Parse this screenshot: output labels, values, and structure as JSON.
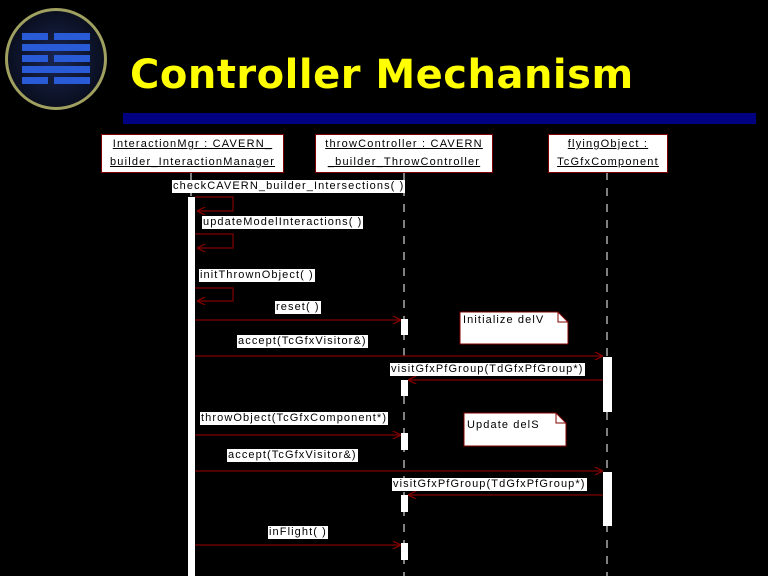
{
  "slide": {
    "title": "Controller Mechanism"
  },
  "objects": [
    {
      "line1": "InteractionMgr : CAVERN_",
      "line2": "builder_InteractionManager"
    },
    {
      "line1": "throwController : CAVERN",
      "line2": "_builder_ThrowController"
    },
    {
      "line1": "flyingObject :",
      "line2": "TcGfxComponent"
    }
  ],
  "messages": [
    "checkCAVERN_builder_Intersections( )",
    "updateModelInteractions( )",
    "initThrownObject( )",
    "reset( )",
    "accept(TcGfxVisitor&)",
    "visitGfxPfGroup(TdGfxPfGroup*)",
    "throwObject(TcGfxComponent*)",
    "accept(TcGfxVisitor&)",
    "visitGfxPfGroup(TdGfxPfGroup*)",
    "inFlight( )"
  ],
  "notes": [
    "Initialize delV",
    "Update delS"
  ],
  "colors": {
    "title": "#ffff00",
    "title_bar": "#000080",
    "arrow": "#800000",
    "lifeline": "#ffffff",
    "background": "#000000"
  }
}
